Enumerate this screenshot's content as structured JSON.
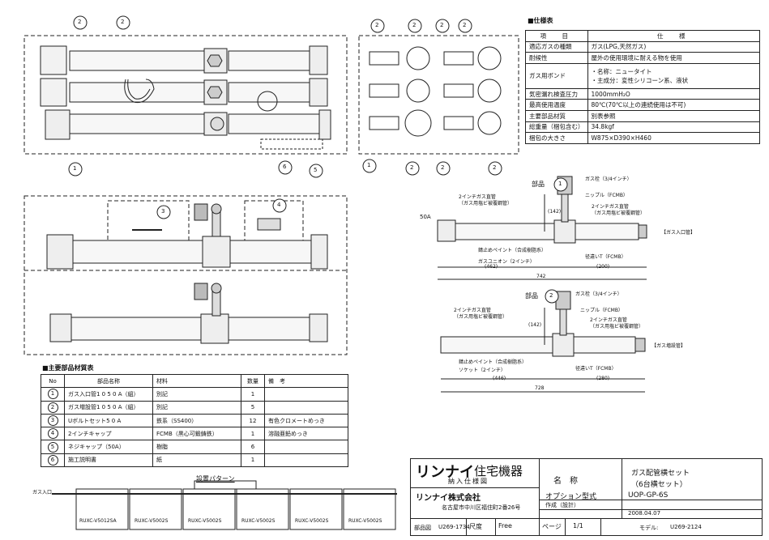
{
  "spec_table": {
    "heading": "■仕様表",
    "header": {
      "item": "項　目",
      "spec": "仕　様"
    },
    "rows": [
      {
        "item": "適応ガスの種類",
        "value": "ガス(LPG,天然ガス)"
      },
      {
        "item": "耐候性",
        "value": "屋外の使用環境に耐える物を使用"
      },
      {
        "item": "ガス用ボンド",
        "value": "・名称：ニュータイト",
        "value2": "・主成分：変性シリコーン系、液状"
      },
      {
        "item": "気密漏れ検査圧力",
        "value": "1000mmH₂O"
      },
      {
        "item": "最高使用温度",
        "value": "80℃(70℃以上の連続使用は不可)"
      },
      {
        "item": "主要部品材質",
        "value": "別表参照"
      },
      {
        "item": "総重量（梱包含む）",
        "value": "34.8kgf"
      },
      {
        "item": "梱包の大きさ",
        "value": "W875×D390×H460"
      }
    ]
  },
  "parts_table": {
    "heading": "■主要部品材質表",
    "columns": [
      "No",
      "部品名称",
      "材料",
      "数量",
      "備　考"
    ],
    "rows": [
      {
        "no": "1",
        "name": "ガス入口管1 0 5 0 A（組）",
        "material": "別記",
        "qty": "1",
        "note": ""
      },
      {
        "no": "2",
        "name": "ガス増設管1 0 5 0 A（組）",
        "material": "別記",
        "qty": "5",
        "note": ""
      },
      {
        "no": "3",
        "name": "Uボルトセット5 0 A",
        "material": "鉄系（SS400）",
        "qty": "12",
        "note": "有色クロメートめっき"
      },
      {
        "no": "4",
        "name": "2インチキャップ",
        "material": "FCMB（黒心可鍛鋳鉄）",
        "qty": "1",
        "note": "溶融亜鉛めっき"
      },
      {
        "no": "5",
        "name": "ネジキャップ（50A）",
        "material": "樹脂",
        "qty": "6",
        "note": ""
      },
      {
        "no": "6",
        "name": "施工説明書",
        "material": "紙",
        "qty": "1",
        "note": ""
      }
    ]
  },
  "drawing": {
    "balloons": [
      "2",
      "2",
      "1",
      "6",
      "5",
      "2",
      "2",
      "2",
      "2",
      "2",
      "2",
      "1",
      "2",
      "3",
      "4"
    ],
    "part1": {
      "label": "部品",
      "num": "1",
      "notes": [
        "ガス栓（3/4インチ）",
        "ニップル（FCMB）",
        "2インチガス直管",
        "（ガス用塩ビ被覆鋼管）",
        "2インチガス直管",
        "（ガス用塩ビ被覆鋼管）",
        "錆止めペイント（合成樹脂系）",
        "ガスユニオン（2インチ）",
        "径違いT（FCMB）"
      ],
      "dims": [
        "(142)",
        "(462)",
        "(200)",
        "742",
        "50A"
      ],
      "tag": "【ガス入口管】"
    },
    "part2": {
      "label": "部品",
      "num": "2",
      "notes": [
        "ガス栓（3/4インチ）",
        "ニップル（FCMB）",
        "2インチガス直管",
        "（ガス用塩ビ被覆鋼管）",
        "2インチガス直管",
        "（ガス用塩ビ被覆鋼管）",
        "錆止めペイント（合成樹脂系）",
        "ソケット（2インチ）",
        "径違いT（FCMB）"
      ],
      "dims": [
        "(142)",
        "(446)",
        "(280)",
        "728"
      ],
      "tag": "【ガス増設管】"
    },
    "pattern": {
      "title": "設置パターン",
      "inlet": "ガス入口",
      "units": [
        "RUXC-V5012SA",
        "RUXC-V5002S",
        "RUXC-V5002S",
        "RUXC-V5002S",
        "RUXC-V5002S",
        "RUXC-V5002S"
      ]
    }
  },
  "title_block": {
    "brand": "リンナイ",
    "brand_sub": "住宅機器",
    "doc_type": "納入仕様図",
    "company": "リンナイ株式会社",
    "address": "名古屋市中川区福住町2番26号",
    "name_label": "名　称",
    "name_value": "ガス配管横セット",
    "name_value2": "（6台横セット）",
    "option_label": "オプション型式",
    "model": "UOP-GP-6S",
    "created_label": "作成（設計）",
    "date": "2008.04.07",
    "part_no_label": "部品図",
    "part_no": "U269-1734",
    "scale_label": "尺度",
    "scale": "Free",
    "page_label": "ページ",
    "page": "1/1",
    "model_label": "モデル:",
    "model_no": "U269-2124"
  }
}
